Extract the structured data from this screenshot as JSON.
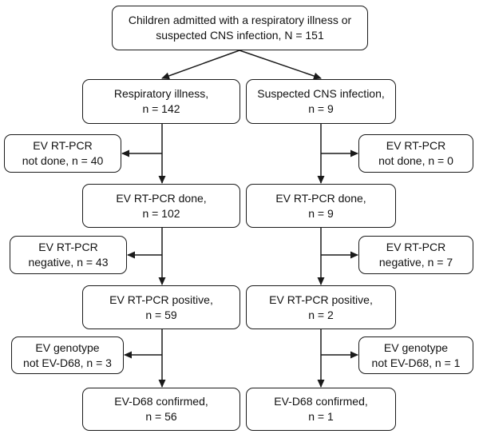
{
  "flowchart": {
    "top": {
      "line1": "Children admitted with a respiratory illness or",
      "line2": "suspected CNS infection, N = 151"
    },
    "respiratory": {
      "illness": {
        "line1": "Respiratory illness,",
        "line2": "n = 142"
      },
      "not_done": {
        "line1": "EV RT-PCR",
        "line2": "not done, n = 40"
      },
      "done": {
        "line1": "EV RT-PCR done,",
        "line2": "n = 102"
      },
      "negative": {
        "line1": "EV RT-PCR",
        "line2": "negative, n = 43"
      },
      "positive": {
        "line1": "EV RT-PCR positive,",
        "line2": "n = 59"
      },
      "not_d68": {
        "line1": "EV genotype",
        "line2": "not EV-D68, n = 3"
      },
      "confirmed": {
        "line1": "EV-D68 confirmed,",
        "line2": "n = 56"
      }
    },
    "cns": {
      "illness": {
        "line1": "Suspected CNS infection,",
        "line2": "n = 9"
      },
      "not_done": {
        "line1": "EV RT-PCR",
        "line2": "not done, n = 0"
      },
      "done": {
        "line1": "EV RT-PCR done,",
        "line2": "n = 9"
      },
      "negative": {
        "line1": "EV RT-PCR",
        "line2": "negative, n = 7"
      },
      "positive": {
        "line1": "EV RT-PCR positive,",
        "line2": "n = 2"
      },
      "not_d68": {
        "line1": "EV genotype",
        "line2": "not EV-D68, n = 1"
      },
      "confirmed": {
        "line1": "EV-D68 confirmed,",
        "line2": "n = 1"
      }
    }
  }
}
